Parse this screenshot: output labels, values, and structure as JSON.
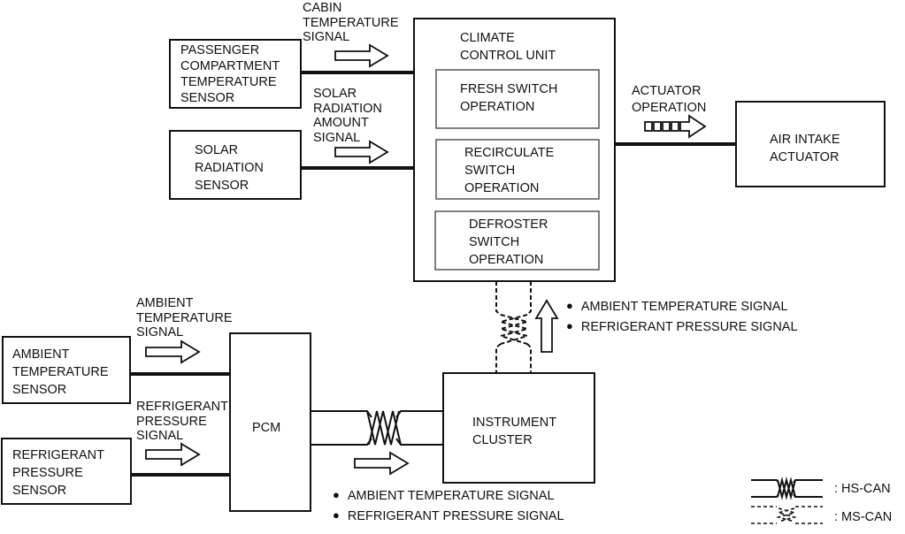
{
  "title": "Air Intake Control System Block Diagram",
  "blocks": {
    "passenger_sensor": "PASSENGER\nCOMPARTMENT\nTEMPERATURE\nSENSOR",
    "solar_sensor": "SOLAR\nRADIATION\nSENSOR",
    "climate_unit": "CLIMATE\nCONTROL UNIT",
    "fresh_switch": "FRESH SWITCH\nOPERATION",
    "recirculate_switch": "RECIRCULATE\nSWITCH\nOPERATION",
    "defroster_switch": "DEFROSTER\nSWITCH\nOPERATION",
    "air_intake_actuator": "AIR INTAKE\nACTUATOR",
    "ambient_sensor": "AMBIENT\nTEMPERATURE\nSENSOR",
    "refrigerant_sensor": "REFRIGERANT\nPRESSURE\nSENSOR",
    "pcm": "PCM",
    "instrument_cluster": "INSTRUMENT\nCLUSTER"
  },
  "signals": {
    "cabin_temperature": "CABIN\nTEMPERATURE\nSIGNAL",
    "solar_radiation_amount": "SOLAR\nRADIATION\nAMOUNT\nSIGNAL",
    "actuator_operation": "ACTUATOR\nOPERATION",
    "ambient_temperature": "AMBIENT\nTEMPERATURE\nSIGNAL",
    "refrigerant_pressure": "REFRIGERANT\nPRESSURE\nSIGNAL"
  },
  "bullet_lists": {
    "cluster_to_climate": [
      "AMBIENT TEMPERATURE SIGNAL",
      "REFRIGERANT PRESSURE SIGNAL"
    ],
    "pcm_to_cluster": [
      "AMBIENT TEMPERATURE SIGNAL",
      "REFRIGERANT PRESSURE SIGNAL"
    ]
  },
  "legend": {
    "hs_can": ": HS-CAN",
    "ms_can": ": MS-CAN"
  }
}
